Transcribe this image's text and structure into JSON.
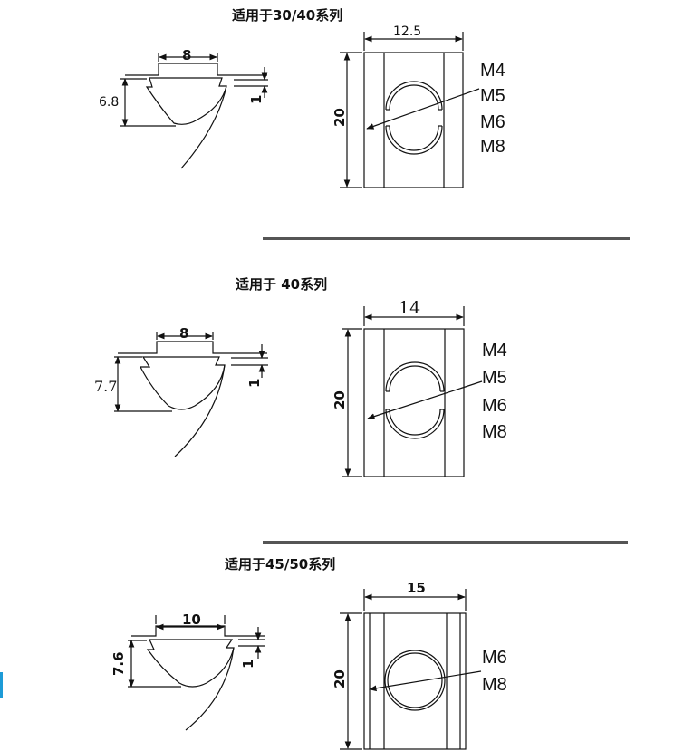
{
  "sections": [
    {
      "title": "适用于30/40系列",
      "profile": {
        "slot_width": "8",
        "height": "6.8",
        "lip": "1"
      },
      "plan": {
        "width": "12.5",
        "length": "20"
      },
      "threads": [
        "M4",
        "M5",
        "M6",
        "M8"
      ]
    },
    {
      "title": "适用于 40系列",
      "profile": {
        "slot_width": "8",
        "height": "7.7",
        "lip": "1"
      },
      "plan": {
        "width": "14",
        "length": "20"
      },
      "threads": [
        "M4",
        "M5",
        "M6",
        "M8"
      ]
    },
    {
      "title": "适用于45/50系列",
      "profile": {
        "slot_width": "10",
        "height": "7.6",
        "lip": "1"
      },
      "plan": {
        "width": "15",
        "length": "20"
      },
      "threads": [
        "M6",
        "M8"
      ]
    }
  ],
  "colors": {
    "line": "#111111",
    "divider": "#555555",
    "edge_accent": "#1d9bd7"
  }
}
